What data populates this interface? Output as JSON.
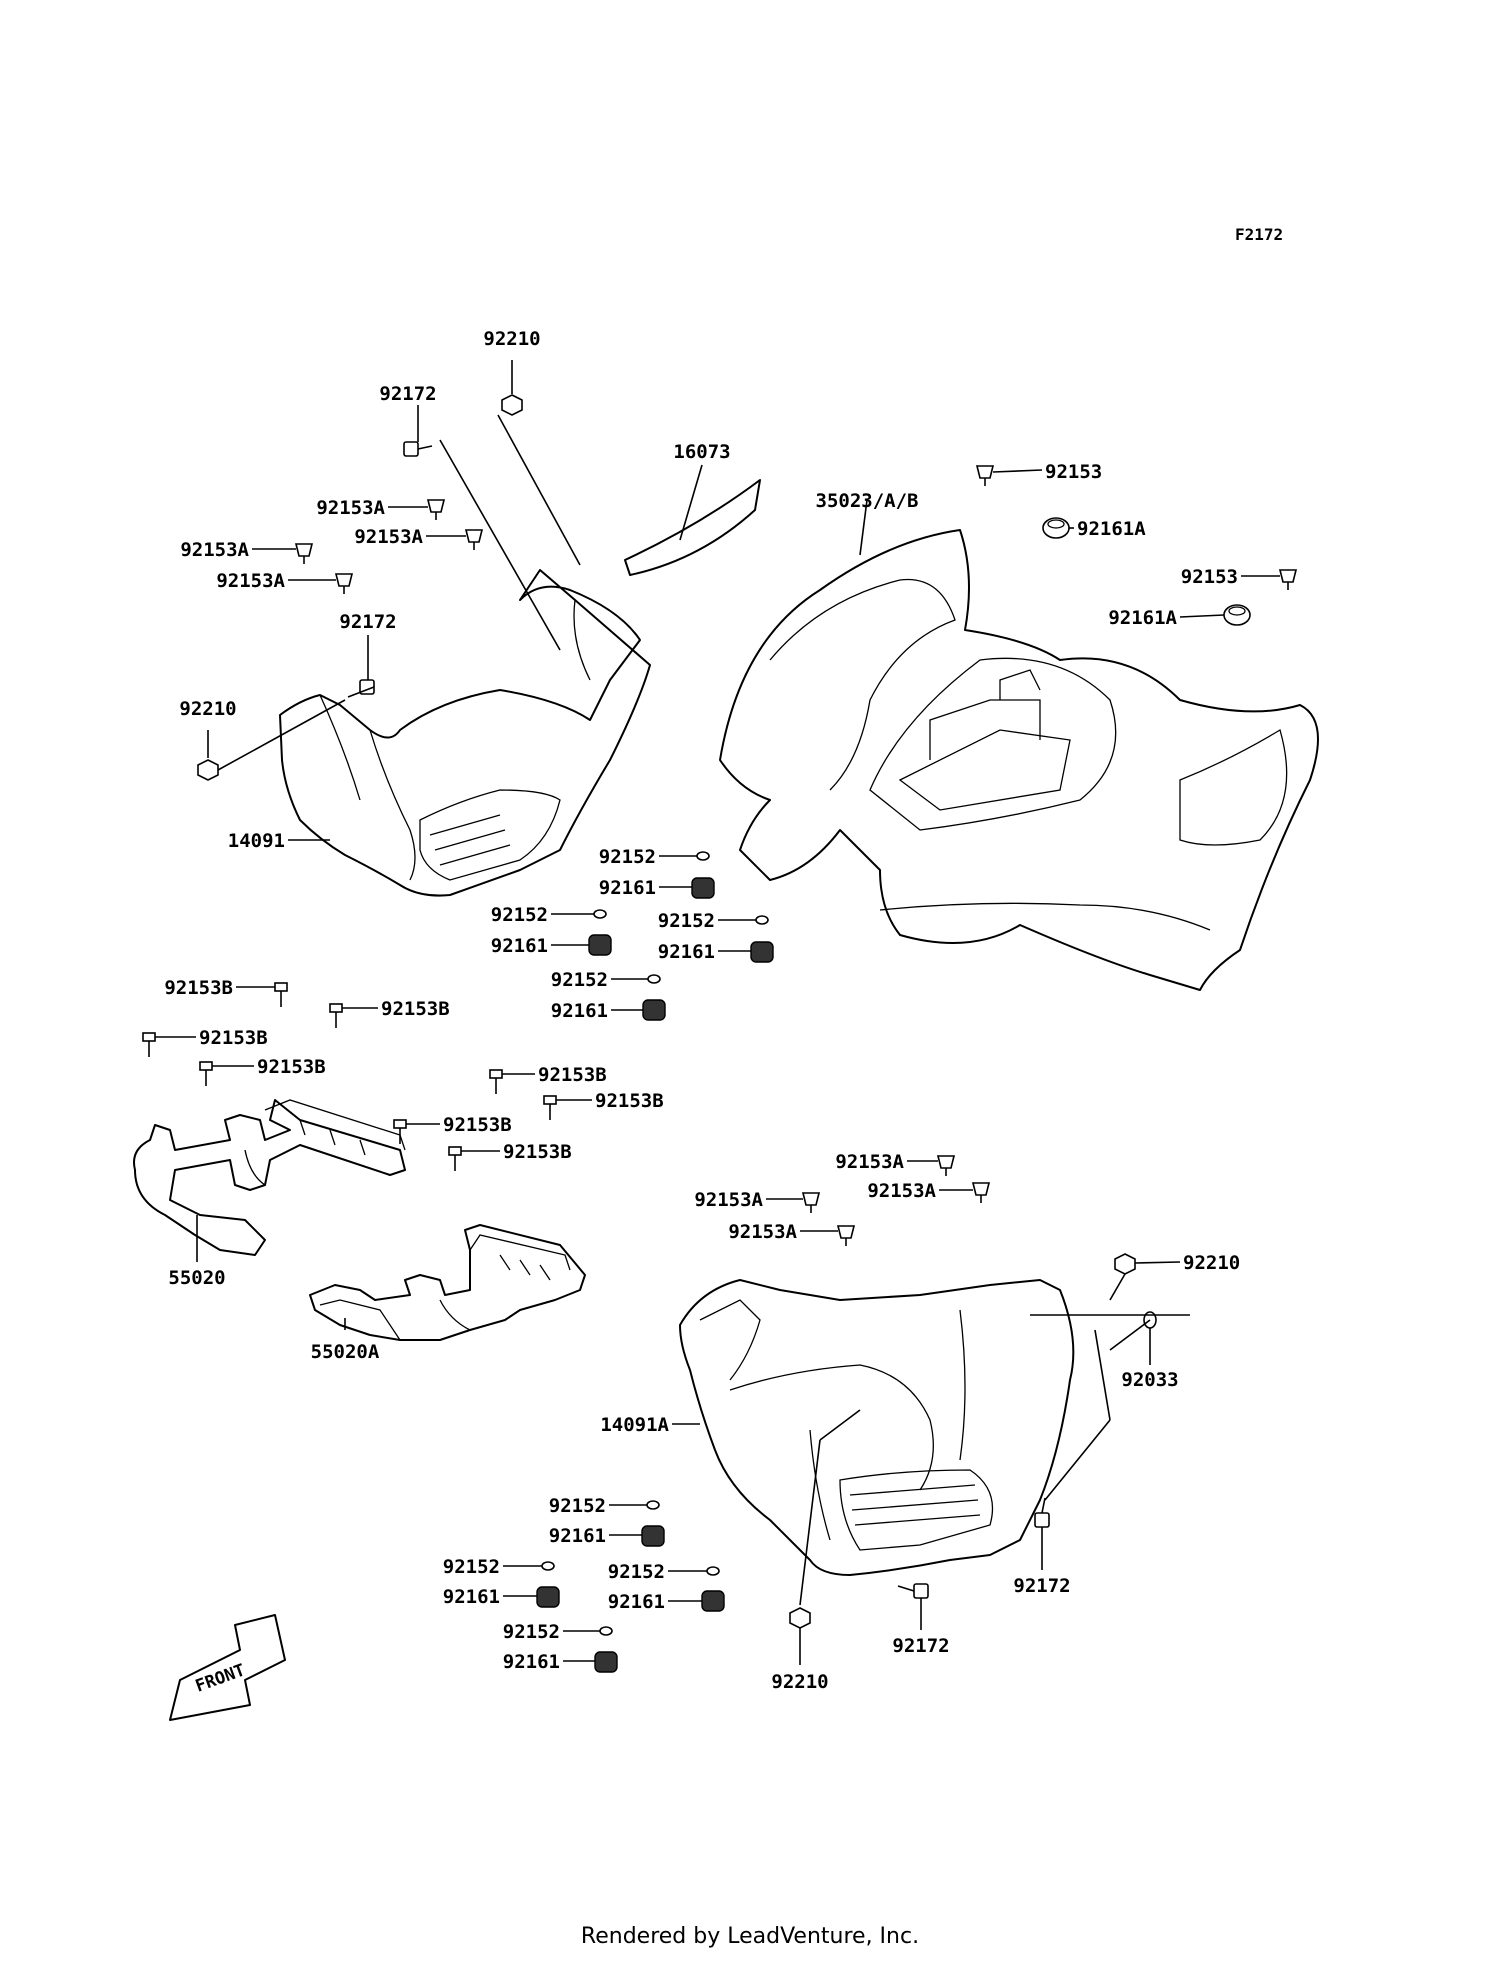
{
  "diagram_code": "F2172",
  "front_label": "FRONT",
  "footer": "Rendered by LeadVenture, Inc.",
  "callouts": {
    "c1": "92210",
    "c2": "92172",
    "c3": "16073",
    "c4": "35023/A/B",
    "c5": "92153",
    "c6": "92161A",
    "c7": "92153",
    "c8": "92161A",
    "c9": "92153A",
    "c10": "92153A",
    "c11": "92153A",
    "c12": "92153A",
    "c13": "92172",
    "c14": "92210",
    "c15": "14091",
    "c16": "92152",
    "c17": "92161",
    "c18": "92152",
    "c19": "92161",
    "c20": "92152",
    "c21": "92161",
    "c22": "92152",
    "c23": "92161",
    "c24": "92153B",
    "c25": "92153B",
    "c26": "92153B",
    "c27": "92153B",
    "c28": "92153B",
    "c29": "92153B",
    "c30": "92153B",
    "c31": "92153B",
    "c32": "55020",
    "c33": "55020A",
    "c34": "92153A",
    "c35": "92153A",
    "c36": "92153A",
    "c37": "92153A",
    "c38": "92210",
    "c39": "92033",
    "c40": "14091A",
    "c41": "92152",
    "c42": "92161",
    "c43": "92152",
    "c44": "92161",
    "c45": "92152",
    "c46": "92161",
    "c47": "92152",
    "c48": "92161",
    "c49": "92172",
    "c50": "92172",
    "c51": "92210"
  }
}
